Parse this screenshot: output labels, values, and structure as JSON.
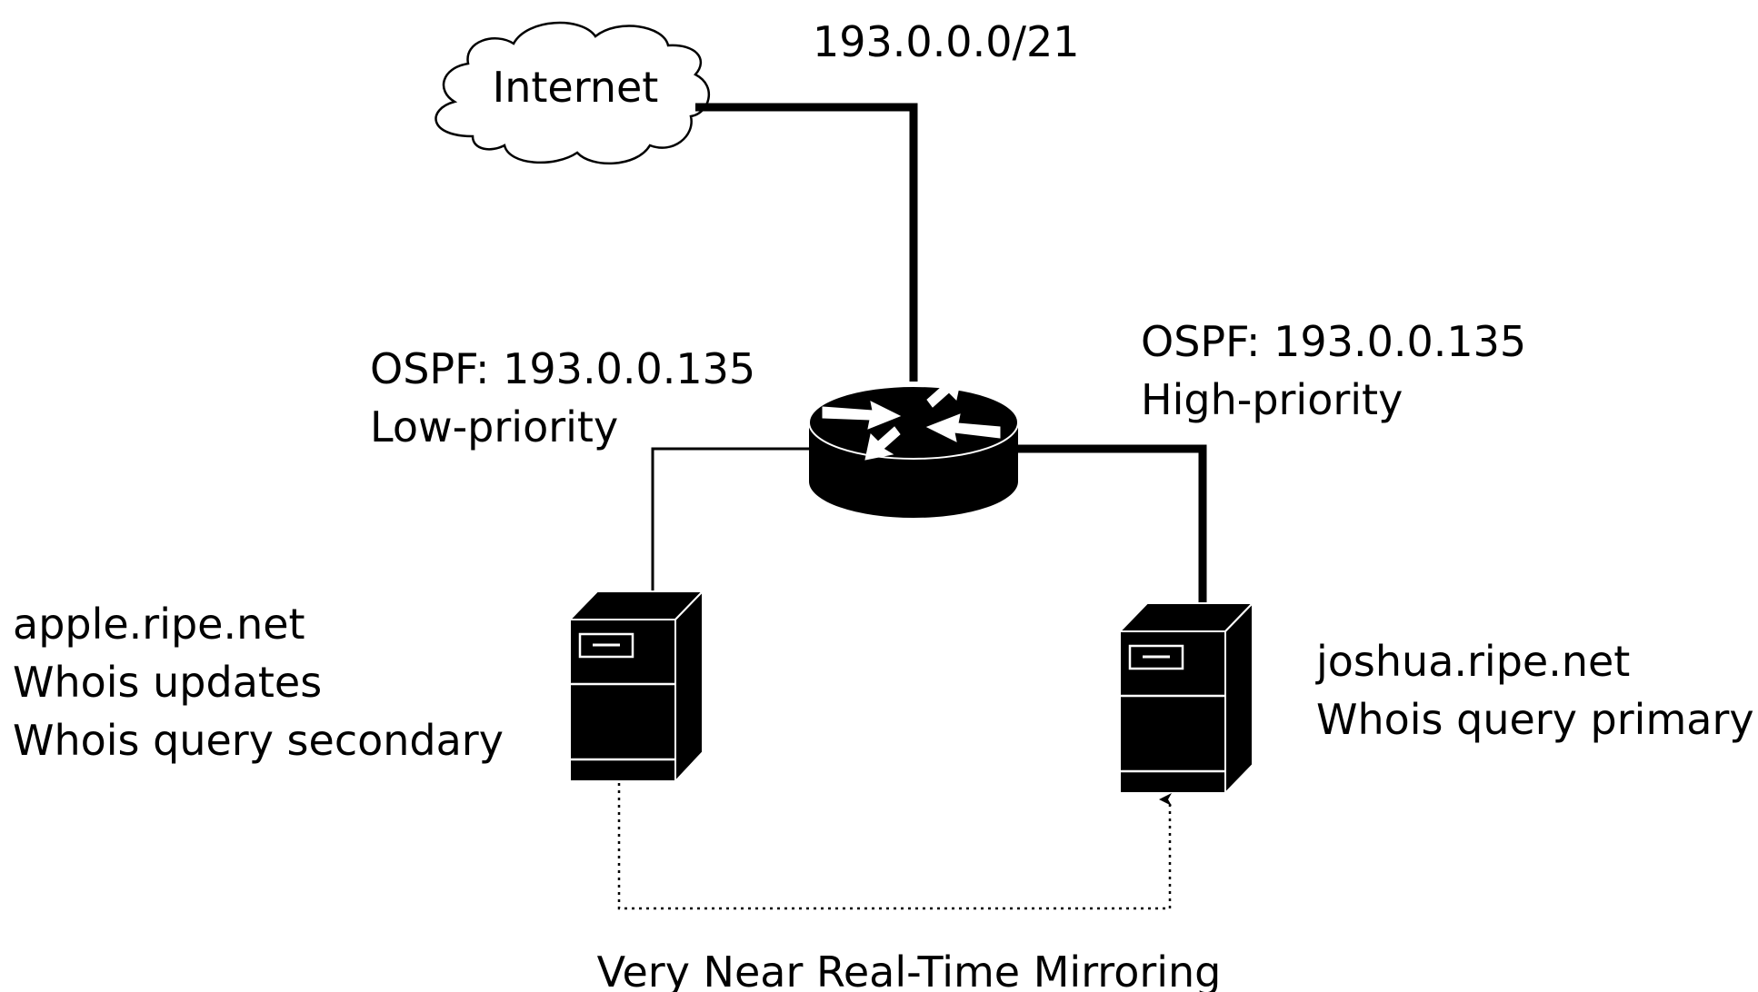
{
  "internet": {
    "label": "Internet",
    "prefix": "193.0.0.0/21"
  },
  "links": {
    "left": {
      "line1": "OSPF: 193.0.0.135",
      "line2": "Low-priority"
    },
    "right": {
      "line1": "OSPF: 193.0.0.135",
      "line2": "High-priority"
    }
  },
  "servers": {
    "apple": {
      "name": "apple.ripe.net",
      "role1": "Whois updates",
      "role2": "Whois query secondary"
    },
    "joshua": {
      "name": "joshua.ripe.net",
      "role1": "Whois query primary"
    }
  },
  "mirroring": {
    "label": "Very Near Real-Time Mirroring"
  }
}
